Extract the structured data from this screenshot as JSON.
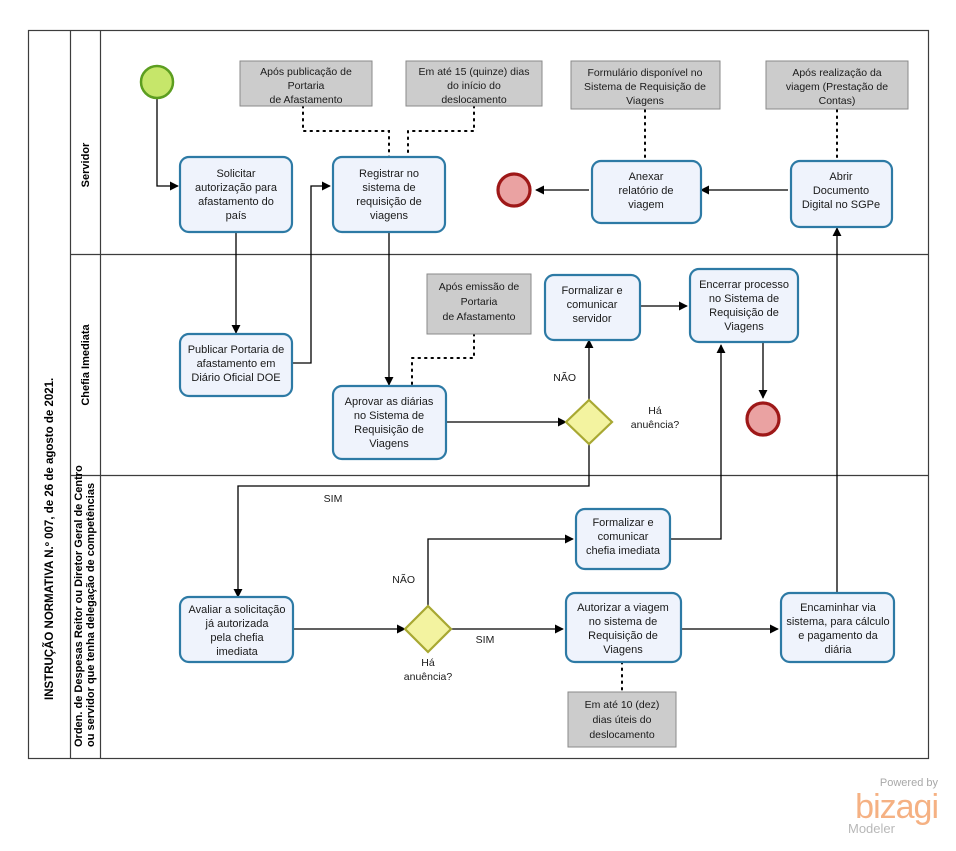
{
  "pool": {
    "title": "INSTRUÇÃO NORMATIVA N.º 007, de 26 de agosto de 2021."
  },
  "lanes": [
    {
      "id": "servidor",
      "label": "Servidor"
    },
    {
      "id": "chefia",
      "label": "Chefia Imediata"
    },
    {
      "id": "ordenador",
      "label": "Orden. de Despesas Reitor ou Diretor Geral de Centro ou servidor que tenha delegação de competências"
    }
  ],
  "events": [
    {
      "id": "start-1",
      "type": "start",
      "lane": "servidor",
      "color": "#c6e66a"
    },
    {
      "id": "end-1",
      "type": "end",
      "lane": "servidor",
      "color": "#eaa2a2"
    },
    {
      "id": "end-2",
      "type": "end",
      "lane": "chefia",
      "color": "#eaa2a2"
    }
  ],
  "tasks": [
    {
      "id": "t1",
      "lane": "servidor",
      "lines": [
        "Solicitar",
        "autorização para",
        "afastamento do",
        "país"
      ]
    },
    {
      "id": "t2",
      "lane": "servidor",
      "lines": [
        "Registrar no",
        "sistema de",
        "requisição de",
        "viagens"
      ]
    },
    {
      "id": "t3",
      "lane": "servidor",
      "lines": [
        "Anexar",
        "relatório de",
        "viagem"
      ]
    },
    {
      "id": "t4",
      "lane": "servidor",
      "lines": [
        "Abrir",
        "Documento",
        "Digital no SGPe"
      ]
    },
    {
      "id": "t5",
      "lane": "chefia",
      "lines": [
        "Publicar Portaria de",
        "afastamento em",
        "Diário Oficial DOE"
      ]
    },
    {
      "id": "t6",
      "lane": "chefia",
      "lines": [
        "Aprovar as diárias",
        "no Sistema de",
        "Requisição de",
        "Viagens"
      ]
    },
    {
      "id": "t7",
      "lane": "chefia",
      "lines": [
        "Formalizar e",
        "comunicar",
        "servidor"
      ]
    },
    {
      "id": "t8",
      "lane": "chefia",
      "lines": [
        "Encerrar processo",
        "no Sistema de",
        "Requisição de",
        "Viagens"
      ]
    },
    {
      "id": "t9",
      "lane": "ordenador",
      "lines": [
        "Avaliar a solicitação",
        "já autorizada",
        "pela chefia",
        "imediata"
      ]
    },
    {
      "id": "t10",
      "lane": "ordenador",
      "lines": [
        "Formalizar e",
        "comunicar",
        "chefia imediata"
      ]
    },
    {
      "id": "t11",
      "lane": "ordenador",
      "lines": [
        "Autorizar a viagem",
        "no sistema de",
        "Requisição de",
        "Viagens"
      ]
    },
    {
      "id": "t12",
      "lane": "ordenador",
      "lines": [
        "Encaminhar via",
        "sistema, para cálculo",
        "e pagamento da",
        "diária"
      ]
    }
  ],
  "gateways": [
    {
      "id": "gw1",
      "lane": "chefia",
      "lines": [
        "Há",
        "anuência?"
      ],
      "fill": "#f3f3a0",
      "stroke": "#a8a832"
    },
    {
      "id": "gw2",
      "lane": "ordenador",
      "lines": [
        "Há",
        "anuência?"
      ],
      "fill": "#f3f3a0",
      "stroke": "#a8a832"
    }
  ],
  "notes": [
    {
      "id": "n1",
      "lines": [
        "Após publicação de",
        "Portaria",
        "de Afastamento"
      ]
    },
    {
      "id": "n2",
      "lines": [
        "Em até 15 (quinze) dias",
        "do início do",
        "deslocamento"
      ]
    },
    {
      "id": "n3",
      "lines": [
        "Formulário disponível no",
        "Sistema de Requisição de",
        "Viagens"
      ]
    },
    {
      "id": "n4",
      "lines": [
        "Após realização da",
        "viagem (Prestação de",
        "Contas)"
      ]
    },
    {
      "id": "n5",
      "lines": [
        "Após emissão de",
        "Portaria",
        "de Afastamento"
      ]
    },
    {
      "id": "n6",
      "lines": [
        "Em até 10 (dez)",
        "dias úteis do",
        "deslocamento"
      ]
    }
  ],
  "flow_labels": [
    {
      "id": "fl-nao-1",
      "text": "NÃO"
    },
    {
      "id": "fl-sim-1",
      "text": "SIM"
    },
    {
      "id": "fl-nao-2",
      "text": "NÃO"
    },
    {
      "id": "fl-sim-2",
      "text": "SIM"
    }
  ],
  "branding": {
    "powered_by": "Powered by",
    "name": "bizagi",
    "sub": "Modeler"
  },
  "colors": {
    "task_fill": "#eff3fc",
    "task_stroke": "#2d7aa5",
    "note_fill": "#cccccc",
    "note_stroke": "#8a8a8a",
    "start_fill": "#c6e66a",
    "start_stroke": "#5c9e20",
    "end_fill": "#eaa2a2",
    "end_stroke": "#9e1818",
    "gateway_fill": "#f3f3a0",
    "gateway_stroke": "#a8a832",
    "frame": "#3d3d3d",
    "flow": "#000000"
  }
}
